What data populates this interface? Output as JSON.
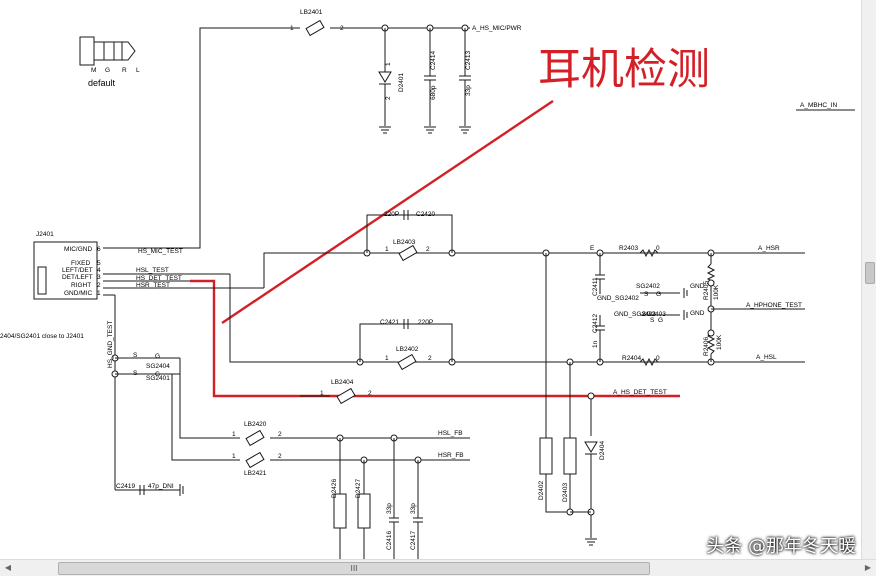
{
  "annotation": {
    "title": "耳机检测",
    "color": "#d32027"
  },
  "connector": {
    "ref": "J2401",
    "pins": [
      {
        "name": "MIC/GND",
        "num": "6",
        "net": "HS_MIC_TEST"
      },
      {
        "name": "FIXED",
        "num": "5",
        "net": ""
      },
      {
        "name": "LEFT/DET",
        "num": "4",
        "net": "HSL_TEST"
      },
      {
        "name": "DET/LEFT",
        "num": "3",
        "net": "HS_DET_TEST"
      },
      {
        "name": "RIGHT",
        "num": "2",
        "net": "HSR_TEST"
      },
      {
        "name": "GND/MIC",
        "num": "1",
        "net": ""
      }
    ],
    "note": "2404/SG2401 close to J2401"
  },
  "jack": {
    "label": "default",
    "letters": [
      "M",
      "G",
      "R",
      "L"
    ]
  },
  "nets": {
    "mic_pwr": "A_HS_MIC/PWR",
    "mbhc": "A_MBHC_IN",
    "hsr": "A_HSR",
    "hsl": "A_HSL",
    "hphone": "A_HPHONE_TEST",
    "det": "A_HS_DET_TEST",
    "hsl_fb": "HSL_FB",
    "hsr_fb": "HSR_FB",
    "gnd_test": "HS_GND_TEST",
    "gnd": "GND",
    "gnd_sg2402": "GND_SG2402",
    "gnd_sg2403": "GND_SG2403"
  },
  "parts": {
    "lb2401": "LB2401",
    "d2401": "D2401",
    "c2414": "C2414",
    "c2414_val": "680p",
    "c2413": "C2413",
    "c2413_val": "33p",
    "c2420": "C2420",
    "c2420_val": "220P",
    "lb2403": "LB2403",
    "c2421": "C2421",
    "c2421_val": "220P",
    "lb2402": "LB2402",
    "r2403": "R2403",
    "r2403_val": "0",
    "r2404": "R2404",
    "r2404_val": "0",
    "r2405": "R2405",
    "r2405_val": "100K",
    "r2406": "R2406",
    "r2406_val": "100K",
    "sg2402": "SG2402",
    "sg2403": "SG2403",
    "c2411": "C2411",
    "c2412": "C2412",
    "cap_1n": "1n",
    "sg2404": "SG2404",
    "sg2401": "SG2401",
    "lb2404": "LB2404",
    "lb2420": "LB2420",
    "lb2421": "LB2421",
    "d2426": "D2426",
    "d2427": "D2427",
    "c2416": "C2416",
    "c2416_val": "33p",
    "c2417": "C2417",
    "c2417_val": "33p",
    "c2419": "C2419",
    "c2419_val": "47p_DNI",
    "d2402": "D2402",
    "d2403": "D2403",
    "d2404": "D2404"
  },
  "pin_nums": {
    "one": "1",
    "two": "2",
    "e": "E"
  },
  "sg_letters": {
    "s": "S",
    "g": "G"
  },
  "watermark": "头条 @那年冬天暖",
  "scrollbar": {
    "grip": "III",
    "left": "◀",
    "right": "▶"
  }
}
